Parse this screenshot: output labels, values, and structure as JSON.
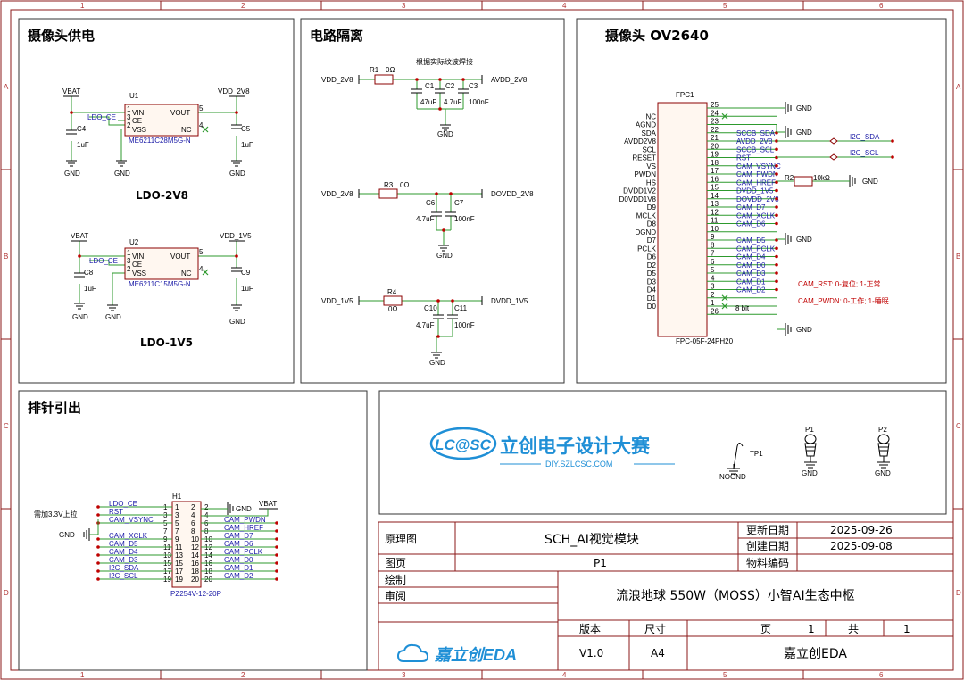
{
  "sections": {
    "power": "摄像头供电",
    "isolation": "电路隔离",
    "camera": "摄像头 OV2640",
    "header": "排针引出"
  },
  "ldo1": {
    "caption": "LDO-2V8",
    "ref": "U1",
    "part": "ME6211C28M5G-N",
    "vin": "VBAT",
    "vout": "VDD_2V8",
    "en": "LDO_CE",
    "cin": {
      "ref": "C4",
      "val": "1uF"
    },
    "cout": {
      "ref": "C5",
      "val": "1uF"
    },
    "pins": {
      "vin": "VIN",
      "ce": "CE",
      "vss": "VSS",
      "vout": "VOUT",
      "nc": "NC"
    },
    "pinnums": {
      "p1": "1",
      "p2": "2",
      "p3": "3",
      "p4": "4",
      "p5": "5"
    }
  },
  "ldo2": {
    "caption": "LDO-1V5",
    "ref": "U2",
    "part": "ME6211C15M5G-N",
    "vin": "VBAT",
    "vout": "VDD_1V5",
    "en": "LDO_CE",
    "cin": {
      "ref": "C8",
      "val": "1uF"
    },
    "cout": {
      "ref": "C9",
      "val": "1uF"
    },
    "pins": {
      "vin": "VIN",
      "ce": "CE",
      "vss": "VSS",
      "vout": "VOUT",
      "nc": "NC"
    },
    "pinnums": {
      "p1": "1",
      "p2": "2",
      "p3": "3",
      "p4": "4",
      "p5": "5"
    }
  },
  "gnd": "GND",
  "nogndlabel": "NOGND",
  "iso1": {
    "note": "根据实际纹波焊接",
    "in": "VDD_2V8",
    "out": "AVDD_2V8",
    "r": {
      "ref": "R1",
      "val": "0Ω"
    },
    "caps": [
      {
        "ref": "C1",
        "val": "47uF"
      },
      {
        "ref": "C2",
        "val": "4.7uF"
      },
      {
        "ref": "C3",
        "val": "100nF"
      }
    ]
  },
  "iso2": {
    "in": "VDD_2V8",
    "out": "DOVDD_2V8",
    "r": {
      "ref": "R3",
      "val": "0Ω"
    },
    "caps": [
      {
        "ref": "C6",
        "val": "4.7uF"
      },
      {
        "ref": "C7",
        "val": "100nF"
      }
    ]
  },
  "iso3": {
    "in": "VDD_1V5",
    "out": "DVDD_1V5",
    "r": {
      "ref": "R4",
      "val": "0Ω"
    },
    "caps": [
      {
        "ref": "C10",
        "val": "4.7uF"
      },
      {
        "ref": "C11",
        "val": "100nF"
      }
    ]
  },
  "fpc": {
    "ref": "FPC1",
    "part": "FPC-05F-24PH20",
    "r2": {
      "ref": "R2",
      "val": "10kΩ"
    },
    "bitnote": "8 bit",
    "note_rst": "CAM_RST: 0-复位; 1-正常",
    "note_pwdn": "CAM_PWDN: 0-工作; 1-睡眠",
    "pins": [
      {
        "num": "25",
        "name": ""
      },
      {
        "num": "24",
        "name": "NC"
      },
      {
        "num": "23",
        "name": "AGND"
      },
      {
        "num": "22",
        "name": "SDA"
      },
      {
        "num": "21",
        "name": "AVDD2V8"
      },
      {
        "num": "20",
        "name": "SCL"
      },
      {
        "num": "19",
        "name": "RESET"
      },
      {
        "num": "18",
        "name": "VS"
      },
      {
        "num": "17",
        "name": "PWDN"
      },
      {
        "num": "16",
        "name": "HS"
      },
      {
        "num": "15",
        "name": "DVDD1V2"
      },
      {
        "num": "14",
        "name": "D0VDD1V8"
      },
      {
        "num": "13",
        "name": "D9"
      },
      {
        "num": "12",
        "name": "MCLK"
      },
      {
        "num": "11",
        "name": "D8"
      },
      {
        "num": "10",
        "name": "DGND"
      },
      {
        "num": "9",
        "name": "D7"
      },
      {
        "num": "8",
        "name": "PCLK"
      },
      {
        "num": "7",
        "name": "D6"
      },
      {
        "num": "6",
        "name": "D2"
      },
      {
        "num": "5",
        "name": "D5"
      },
      {
        "num": "4",
        "name": "D3"
      },
      {
        "num": "3",
        "name": "D4"
      },
      {
        "num": "2",
        "name": "D1"
      },
      {
        "num": "1",
        "name": "D0"
      },
      {
        "num": "26",
        "name": ""
      }
    ],
    "nets": {
      "p22": "SCCB_SDA",
      "p21": "AVDD_2V8",
      "p20": "SCCB_SCL",
      "p19": "RST",
      "p18": "CAM_VSYNC",
      "p17": "CAM_PWDN",
      "p16": "CAM_HREF",
      "p15": "DVDD_1V5",
      "p14": "DOVDD_2V8",
      "p13": "CAM_D7",
      "p12": "CAM_XCLK",
      "p11": "CAM_D6",
      "p9": "CAM_D5",
      "p8": "CAM_PCLK",
      "p7": "CAM_D4",
      "p6": "CAM_D0",
      "p5": "CAM_D3",
      "p4": "CAM_D1",
      "p3": "CAM_D2"
    },
    "i2c_sda": "I2C_SDA",
    "i2c_scl": "I2C_SCL"
  },
  "header": {
    "ref": "H1",
    "part": "PZ254V-12-20P",
    "note": "需加3.3V上拉",
    "vbat": "VBAT",
    "left": [
      "LDO_CE",
      "RST",
      "CAM_VSYNC",
      "CAM_XCLK",
      "CAM_D5",
      "CAM_D4",
      "CAM_D3",
      "I2C_SDA",
      "I2C_SCL"
    ],
    "right": [
      "CAM_PWDN",
      "CAM_HREF",
      "CAM_D7",
      "CAM_D6",
      "CAM_PCLK",
      "CAM_D0",
      "CAM_D1",
      "CAM_D2"
    ],
    "pinrows": [
      [
        "1",
        "2"
      ],
      [
        "3",
        "4"
      ],
      [
        "5",
        "6"
      ],
      [
        "7",
        "8"
      ],
      [
        "9",
        "10"
      ],
      [
        "11",
        "12"
      ],
      [
        "13",
        "14"
      ],
      [
        "15",
        "16"
      ],
      [
        "17",
        "18"
      ],
      [
        "19",
        "20"
      ]
    ]
  },
  "logos": {
    "lcsc_badge": "LC@SC",
    "contest": "立创电子设计大赛",
    "contest_url": "DIY.SZLCSC.COM",
    "tp": "TP1",
    "p1": "P1",
    "p2": "P2",
    "eda": "嘉立创EDA"
  },
  "titleblock": {
    "schematic_label": "原理图",
    "schematic_name": "SCH_AI视觉模块",
    "updated_label": "更新日期",
    "updated": "2025-09-26",
    "created_label": "创建日期",
    "created": "2025-09-08",
    "material_label": "物料编码",
    "page_label": "图页",
    "page": "P1",
    "draw_label": "绘制",
    "review_label": "审阅",
    "project": "流浪地球 550W（MOSS）小智AI生态中枢",
    "version_label": "版本",
    "version": "V1.0",
    "size_label": "尺寸",
    "size": "A4",
    "pg_label": "页",
    "pg": "1",
    "total_label": "共",
    "total": "1",
    "company": "嘉立创EDA"
  },
  "ruler": {
    "cols": [
      "1",
      "2",
      "3",
      "4",
      "5",
      "6"
    ],
    "rows": [
      "A",
      "B",
      "C",
      "D"
    ]
  },
  "colors": {
    "border": "#8b1a1a",
    "wire": "#2d9a2d",
    "net": "#1a1aa6",
    "part": "#8b0000",
    "pin_no_connect": "#2d9a2d",
    "logo_blue": "#1f8fd6"
  }
}
